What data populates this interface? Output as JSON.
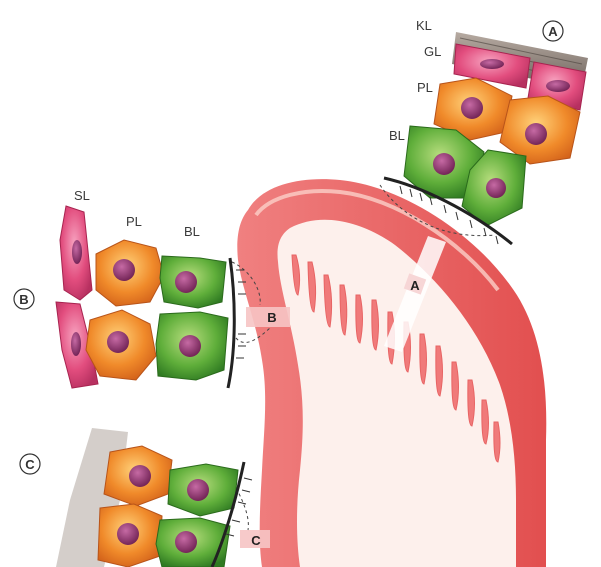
{
  "labels": {
    "sectionA": "A",
    "sectionB": "B",
    "sectionC": "C",
    "KL": "KL",
    "GL": "GL",
    "PL": "PL",
    "BL": "BL",
    "SL": "SL"
  },
  "colors": {
    "tissue": "#ee6b6b",
    "tissue_light": "#fbe3e0",
    "basal_cell": "#5fae3a",
    "prickle_cell": "#f08a2a",
    "granular_cell": "#e24d7e",
    "nucleus": "#8e2f6e",
    "keratin": "#8a7f78"
  }
}
